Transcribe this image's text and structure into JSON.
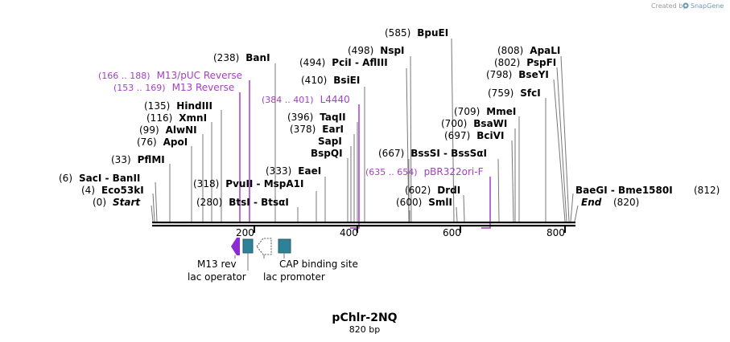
{
  "credit": "Created by",
  "brand": "SnapGene",
  "plasmid_name": "pChlr-2NQ",
  "plasmid_length": "820 bp",
  "ruler": [
    "200",
    "400",
    "600",
    "800"
  ],
  "sites": [
    {
      "pos": "(0)",
      "name": "Start",
      "italic": true
    },
    {
      "pos": "(4)",
      "name": "Eco53kI"
    },
    {
      "pos": "(6)",
      "name": "SacI",
      "name2": "BanII"
    },
    {
      "pos": "(33)",
      "name": "PflMI"
    },
    {
      "pos": "(76)",
      "name": "ApoI"
    },
    {
      "pos": "(99)",
      "name": "AlwNI"
    },
    {
      "pos": "(116)",
      "name": "XmnI"
    },
    {
      "pos": "(135)",
      "name": "HindIII"
    },
    {
      "pos": "(238)",
      "name": "BanI"
    },
    {
      "pos": "(280)",
      "name": "BtsI",
      "name2": "BtsαI"
    },
    {
      "pos": "(318)",
      "name": "PvuII",
      "name2": "MspA1I"
    },
    {
      "pos": "(333)",
      "name": "EaeI"
    },
    {
      "pos": "",
      "name": "BspQI"
    },
    {
      "pos": "",
      "name": "SapI"
    },
    {
      "pos": "(378)",
      "name": "EarI"
    },
    {
      "pos": "(396)",
      "name": "TaqII"
    },
    {
      "pos": "(410)",
      "name": "BsiEI"
    },
    {
      "pos": "(494)",
      "name": "PciI",
      "name2": "AflIII"
    },
    {
      "pos": "(498)",
      "name": "NspI"
    },
    {
      "pos": "(585)",
      "name": "BpuEI"
    },
    {
      "pos": "(600)",
      "name": "SmlI"
    },
    {
      "pos": "(602)",
      "name": "DrdI"
    },
    {
      "pos": "(667)",
      "name": "BssSI",
      "name2": "BssSαI"
    },
    {
      "pos": "(697)",
      "name": "BciVI"
    },
    {
      "pos": "(700)",
      "name": "BsaWI"
    },
    {
      "pos": "(709)",
      "name": "MmeI"
    },
    {
      "pos": "(759)",
      "name": "SfcI"
    },
    {
      "pos": "(798)",
      "name": "BseYI"
    },
    {
      "pos": "(802)",
      "name": "PspFI"
    },
    {
      "pos": "(808)",
      "name": "ApaLI"
    },
    {
      "pos": "(812)",
      "name": "BaeGI",
      "name2": "Bme1580I"
    },
    {
      "pos": "(820)",
      "name": "End",
      "italic": true
    }
  ],
  "primers": [
    {
      "pos": "(166 .. 188)",
      "name": "M13/pUC Reverse"
    },
    {
      "pos": "(153 .. 169)",
      "name": "M13 Reverse"
    },
    {
      "pos": "(384 .. 401)",
      "name": "L4440"
    },
    {
      "pos": "(635 .. 654)",
      "name": "pBR322ori-F"
    }
  ],
  "features": [
    "M13 rev",
    "lac operator",
    "lac promoter",
    "CAP binding site"
  ],
  "colors": {
    "primer": "#a43ec9",
    "operator": "#2e8196",
    "m13rev": "#8a2bd4",
    "brand": "#6d9ab0"
  }
}
